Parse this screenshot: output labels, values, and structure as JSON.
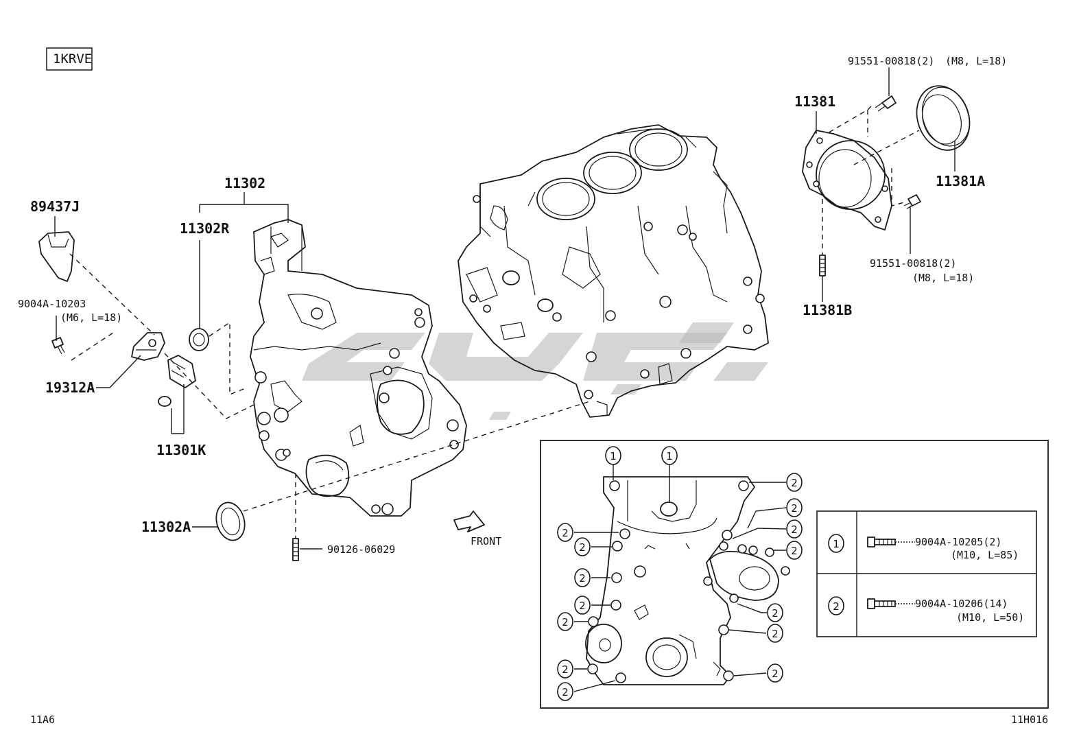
{
  "engine_code": "1KRVE",
  "footer": {
    "left": "11A6",
    "right": "11H016"
  },
  "front_label": "FRONT",
  "parts": {
    "p11302": "11302",
    "p11302R": "11302R",
    "p89437J": "89437J",
    "p9004A_10203": "9004A-10203",
    "p9004A_10203_spec": "(M6, L=18)",
    "p19312A": "19312A",
    "p11301K": "11301K",
    "p11302A": "11302A",
    "p90126_06029": "90126-06029",
    "p11381": "11381",
    "p11381A": "11381A",
    "p11381B": "11381B",
    "p91551_top": "91551-00818(2)",
    "p91551_top_spec": "(M8, L=18)",
    "p91551_bottom": "91551-00818(2)",
    "p91551_bottom_spec": "(M8, L=18)"
  },
  "inset": {
    "markers": {
      "one": "1",
      "two": "2"
    },
    "legend": [
      {
        "marker": "1",
        "part": "9004A-10205(2)",
        "spec": "(M10, L=85)"
      },
      {
        "marker": "2",
        "part": "9004A-10206(14)",
        "spec": "(M10, L=50)"
      }
    ]
  }
}
